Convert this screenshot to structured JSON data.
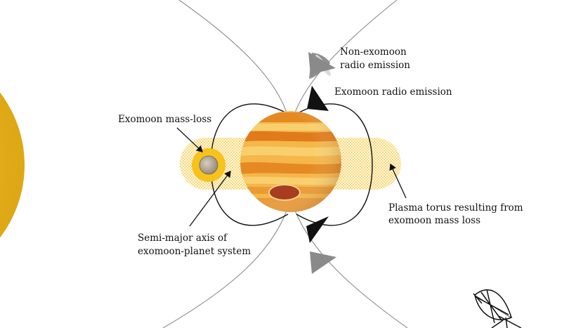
{
  "labels": {
    "non_exomoon_line1": "Non-exomoon",
    "non_exomoon_line2": "radio emission",
    "exomoon_radio": "Exomoon radio emission",
    "exomoon_mass_loss": "Exomoon mass-loss",
    "semi_major_line1": "Semi-major axis of",
    "semi_major_line2": "exomoon-planet system",
    "plasma_line1": "Plasma torus resulting from",
    "plasma_line2": "exomoon mass loss"
  },
  "colors": {
    "star": "#e3a916",
    "planet_base": "#f5b64a",
    "planet_band_dark": "#e07a1a",
    "planet_band_light": "#f9cf6e",
    "torus": "#f6c944",
    "moon_halo": "#f6c21c",
    "moon": "#a89b8a",
    "red_spot": "#a93b1e",
    "field_lines": "#111111",
    "magnetosphere": "#888888",
    "emission_cone_dark": "#111111",
    "emission_cone_gray": "#8a8a8a"
  },
  "icons": {
    "receiver": "satellite-dish-icon"
  }
}
